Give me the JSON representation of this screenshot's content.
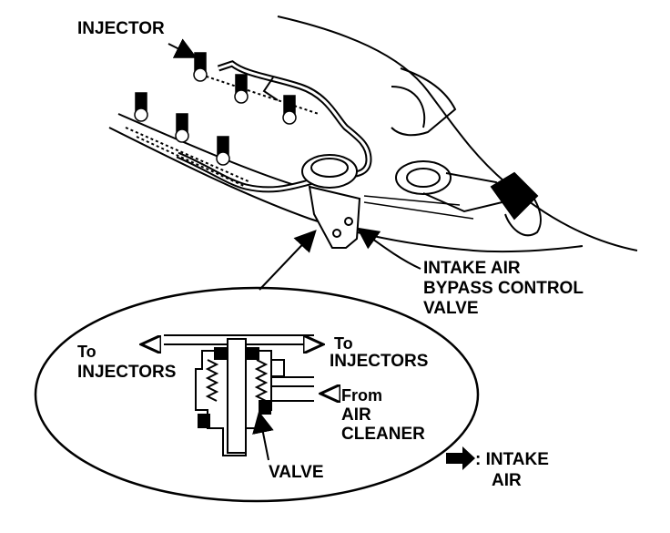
{
  "labels": {
    "injector": "INJECTOR",
    "valve_name": [
      "INTAKE AIR",
      "BYPASS CONTROL",
      "VALVE"
    ],
    "to_injectors_left": [
      "To",
      "INJECTORS"
    ],
    "to_injectors_right": [
      "To",
      "INJECTORS"
    ],
    "from_air_cleaner": [
      "From",
      "AIR",
      "CLEANER"
    ],
    "valve": "VALVE"
  },
  "legend": {
    "symbol": "thick-black-arrow",
    "text": [
      ": INTAKE",
      "AIR"
    ]
  },
  "colors": {
    "ink": "#000000",
    "paper": "#ffffff"
  }
}
